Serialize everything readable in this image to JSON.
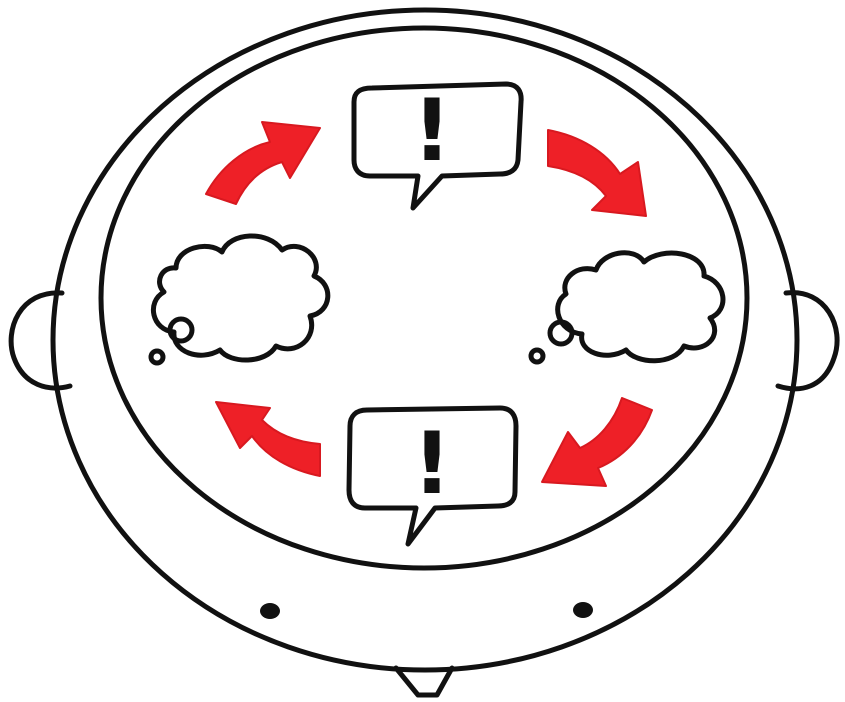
{
  "figure": {
    "speech_bubbles": [
      {
        "id": "top",
        "symbol": "!"
      },
      {
        "id": "bottom",
        "symbol": "!"
      }
    ],
    "thought_clouds": [
      {
        "id": "left",
        "text": ""
      },
      {
        "id": "right",
        "text": ""
      }
    ],
    "cycle_arrows": [
      {
        "id": "top-left",
        "direction": "clockwise"
      },
      {
        "id": "top-right",
        "direction": "clockwise"
      },
      {
        "id": "bottom-right",
        "direction": "clockwise"
      },
      {
        "id": "bottom-left",
        "direction": "clockwise"
      }
    ],
    "colors": {
      "ink": "#111111",
      "arrow": "#ee2027",
      "background": "#ffffff"
    }
  }
}
